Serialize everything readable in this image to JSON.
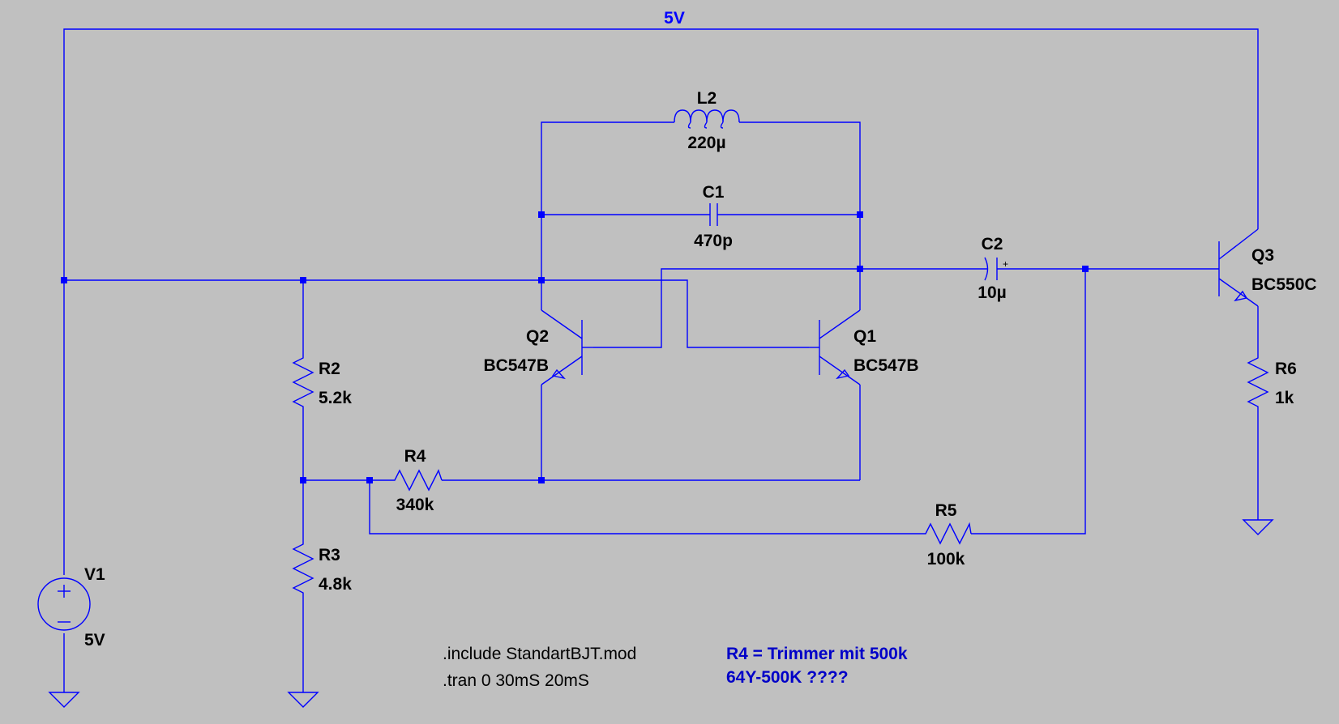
{
  "net_label": "5V",
  "components": {
    "L2": {
      "name": "L2",
      "value": "220µ"
    },
    "C1": {
      "name": "C1",
      "value": "470p"
    },
    "C2": {
      "name": "C2",
      "value": "10µ"
    },
    "Q1": {
      "name": "Q1",
      "value": "BC547B"
    },
    "Q2": {
      "name": "Q2",
      "value": "BC547B"
    },
    "Q3": {
      "name": "Q3",
      "value": "BC550C"
    },
    "R2": {
      "name": "R2",
      "value": "5.2k"
    },
    "R3": {
      "name": "R3",
      "value": "4.8k"
    },
    "R4": {
      "name": "R4",
      "value": "340k"
    },
    "R5": {
      "name": "R5",
      "value": "100k"
    },
    "R6": {
      "name": "R6",
      "value": "1k"
    },
    "V1": {
      "name": "V1",
      "value": "5V"
    }
  },
  "directives": [
    ".include StandartBJT.mod",
    ".tran 0 30mS 20mS"
  ],
  "comments": [
    "R4 = Trimmer mit 500k",
    "64Y-500K ????"
  ],
  "colors": {
    "background": "#c0c0c0",
    "wire": "#0000ff",
    "comment": "#0000c8",
    "text": "#000000"
  }
}
